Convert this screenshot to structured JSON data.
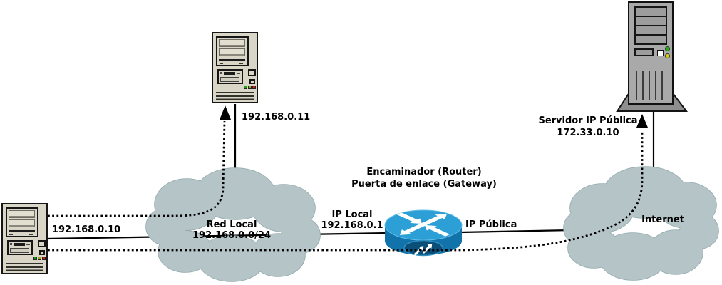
{
  "colors": {
    "cloud_fill": "#b5c4c7",
    "cloud_stroke": "#93abae",
    "router_top": "#2b9fd6",
    "router_body": "#1173aa",
    "router_front": "#0b4e78",
    "pc_case": "#d9d5c7",
    "server_case": "#a9a9a9",
    "link_color": "#000000"
  },
  "diagram": {
    "nodes": {
      "pc_left": {
        "label": "192.168.0.10"
      },
      "pc_top": {
        "label": "192.168.0.11"
      },
      "lan_cloud": {
        "title": "Red Local",
        "subnet": "192.168.0.0/24"
      },
      "router": {
        "title": "Encaminador (Router)",
        "subtitle": "Puerta de enlace (Gateway)",
        "local_if_label": "IP Local",
        "local_if_ip": "192.168.0.1",
        "public_if_label": "IP Pública"
      },
      "internet_cloud": {
        "title": "Internet"
      },
      "server": {
        "title": "Servidor IP Pública",
        "ip": "172.33.0.10"
      }
    }
  }
}
